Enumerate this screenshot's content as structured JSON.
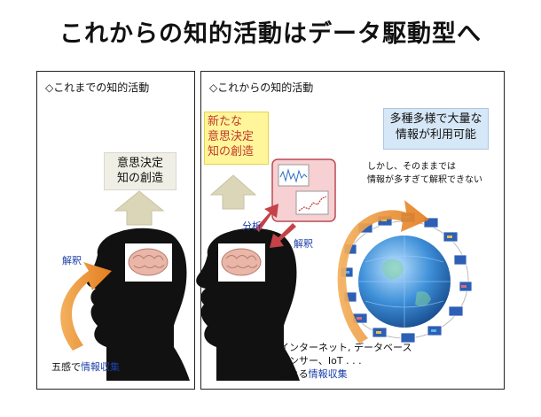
{
  "title": "これからの知的活動はデータ駆動型へ",
  "left_panel": {
    "heading": "◇これまでの知的活動",
    "decision_box": [
      "意思決定",
      "知の創造"
    ],
    "interpret_label": "解釈",
    "collect_prefix": "五感で",
    "collect_highlight": "情報収集"
  },
  "right_panel": {
    "heading": "◇これからの知的活動",
    "new_box": [
      "新たな",
      "意思決定",
      "知の創造"
    ],
    "info_box": [
      "多種多様で大量な",
      "情報が利用可能"
    ],
    "note": [
      "しかし、そのままでは",
      "情報が多すぎて解釈できない"
    ],
    "analysis_label": "分析",
    "interpret_label": "解釈",
    "sources": [
      "インターネット, データベース",
      "センサー、IoT . . ."
    ],
    "collect_prefix": "による",
    "collect_highlight": "情報収集"
  },
  "colors": {
    "arrow_orange": "#e98a2b",
    "arrow_red": "#c44248",
    "arrow_beige": "#dcd6b8",
    "highlight_blue": "#1c3fa8",
    "new_text_red": "#c0392b"
  }
}
